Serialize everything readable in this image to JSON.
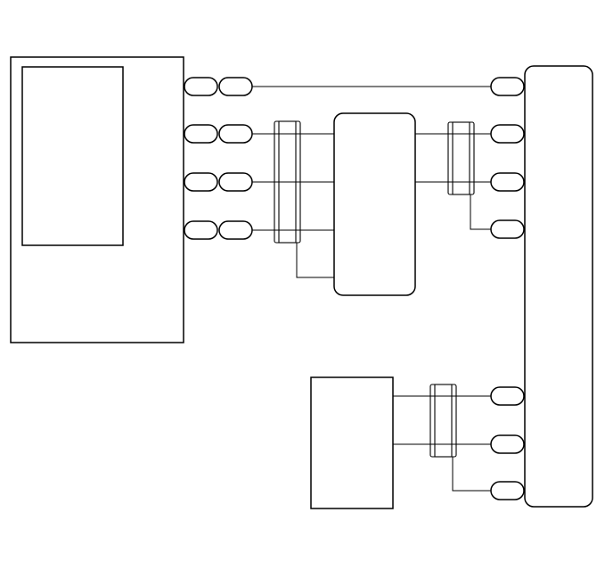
{
  "diagram": {
    "type": "wiring-schematic",
    "components": [
      {
        "id": "ecu-left",
        "shape": "rectangle",
        "contains": "inner-module"
      },
      {
        "id": "inner-module",
        "shape": "rectangle"
      },
      {
        "id": "middle-module",
        "shape": "rounded-rectangle"
      },
      {
        "id": "right-module",
        "shape": "rounded-rectangle"
      },
      {
        "id": "bottom-module",
        "shape": "rectangle"
      }
    ],
    "connections": [
      {
        "from": "inner-module",
        "to": "right-module",
        "via": "connector-pair",
        "shielded": false
      },
      {
        "from": "inner-module",
        "to": "middle-module",
        "via": "connector-pair",
        "shielded": true,
        "count": 3
      },
      {
        "from": "middle-module",
        "to": "right-module",
        "shielded": true,
        "count": 2,
        "drain": true
      },
      {
        "from": "bottom-module",
        "to": "right-module",
        "shielded": true,
        "count": 2,
        "drain": true
      }
    ],
    "colors": {
      "line": "#000000",
      "background": "#ffffff"
    }
  }
}
